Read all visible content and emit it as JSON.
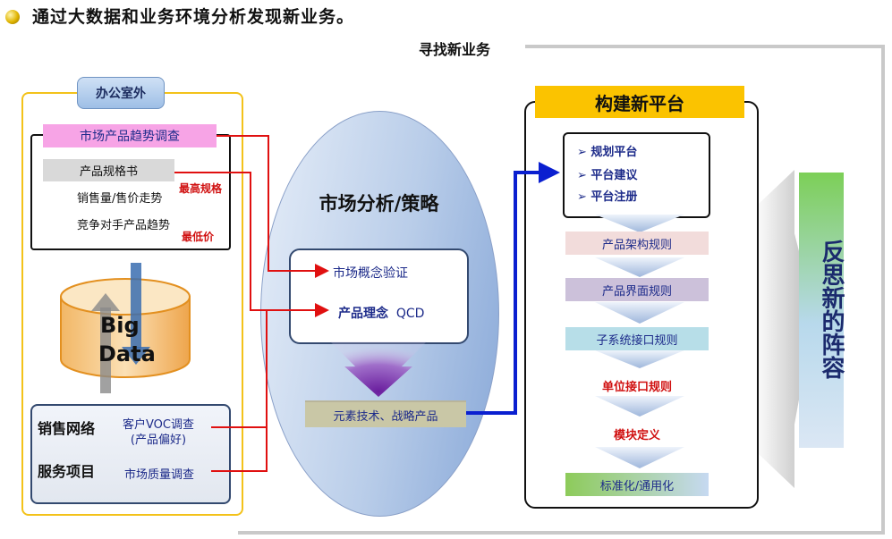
{
  "header": {
    "title": "通过大数据和业务环境分析发现新业务。",
    "subtitle": "寻找新业务"
  },
  "left": {
    "office_tag": "办公室外",
    "market_trend": "市场产品趋势调查",
    "spec_book": "产品规格书",
    "sales_trend": "销售量/售价走势",
    "competitor_trend": "竞争对手产品趋势",
    "max_spec": "最高规格",
    "min_price": "最低价",
    "big_data": [
      "Big",
      "Data"
    ],
    "sales_network": "销售网络",
    "service_items": "服务项目",
    "voc_survey": [
      "客户VOC调查",
      "(产品偏好)"
    ],
    "quality_survey": "市场质量调查"
  },
  "middle": {
    "title": "市场分析/策略",
    "concept_validation": "市场概念验证",
    "product_idea_prefix": "产品理念",
    "product_idea_suffix": "QCD",
    "element_tech": "元素技术、战略产品"
  },
  "right": {
    "header": "构建新平台",
    "plan_items": [
      "规划平台",
      "平台建议",
      "平台注册"
    ],
    "steps": [
      {
        "label": "产品架构规则",
        "bg": "#f2dcdb",
        "color": "#1d2b8a"
      },
      {
        "label": "产品界面规则",
        "bg": "#ccc1da",
        "color": "#1d2b8a"
      },
      {
        "label": "子系统接口规则",
        "bg": "#b7dee8",
        "color": "#1d2b8a"
      },
      {
        "label": "单位接口规则",
        "bg": "transparent",
        "color": "#d01010"
      },
      {
        "label": "模块定义",
        "bg": "transparent",
        "color": "#d01010"
      },
      {
        "label": "标准化/通用化",
        "bg": "linear-gradient(90deg,#8dcb5a,#c6d9f1)",
        "color": "#1d2b8a"
      }
    ],
    "reflect": "反思新的阵容"
  },
  "colors": {
    "accent_gold": "#fbc300",
    "arrow_red": "#e01010",
    "arrow_blue": "#0a1fd0",
    "frame_yellow": "#f3c21a"
  }
}
